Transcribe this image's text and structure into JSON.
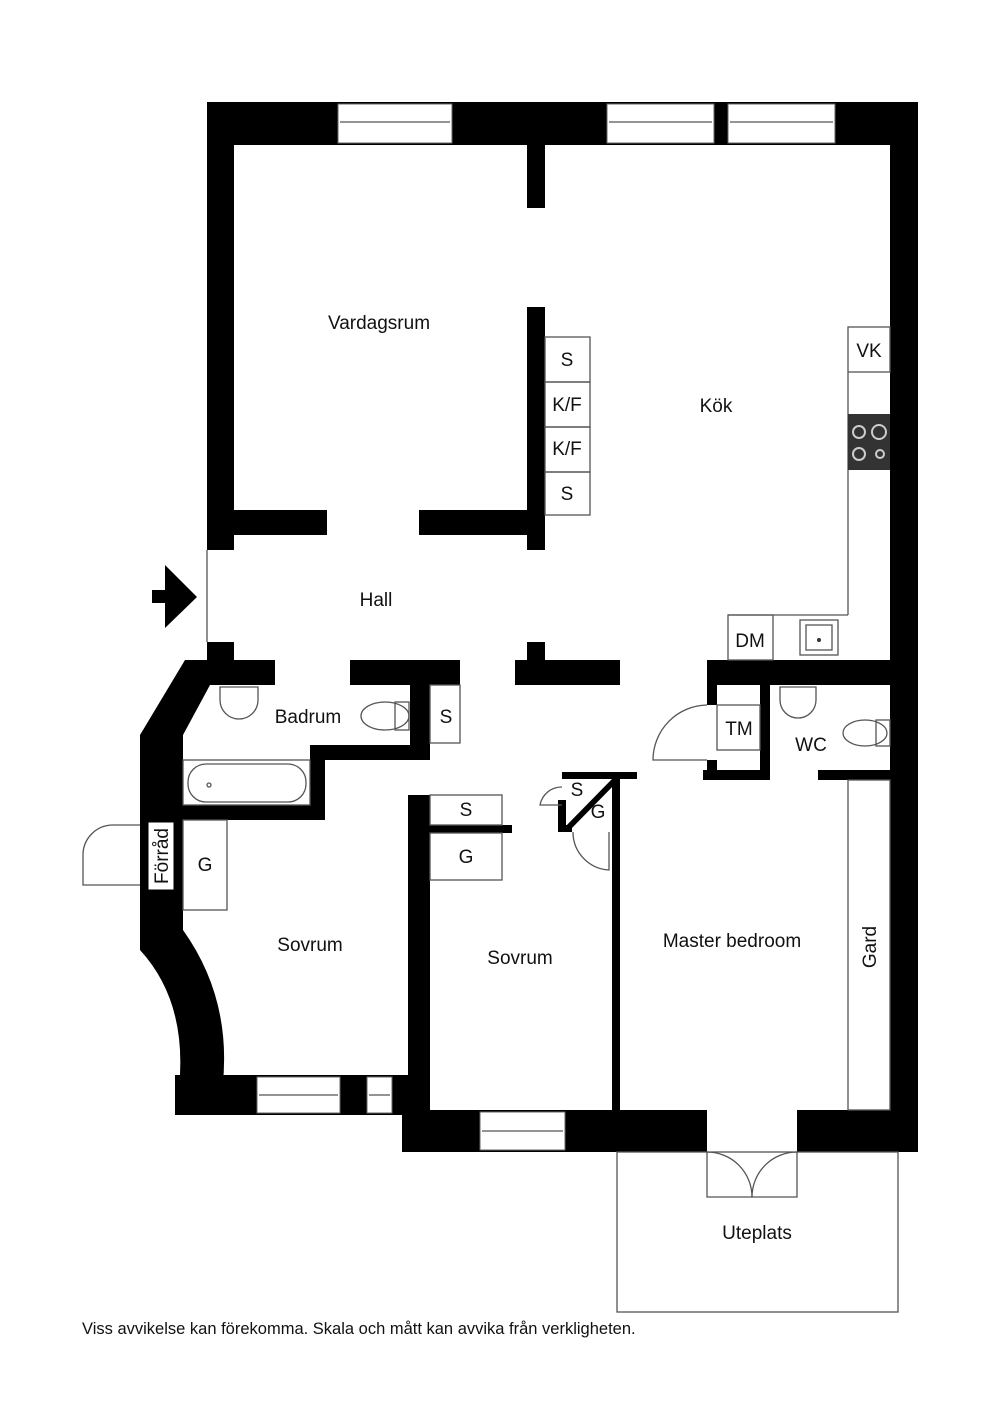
{
  "rooms": {
    "living": "Vardagsrum",
    "kitchen": "Kök",
    "hall": "Hall",
    "bathroom": "Badrum",
    "storage": "Förråd",
    "bedroom1": "Sovrum",
    "bedroom2": "Sovrum",
    "master": "Master bedroom",
    "wc": "WC",
    "wardrobe_room": "Gard",
    "patio": "Uteplats"
  },
  "fixtures": {
    "s1": "S",
    "kf1": "K/F",
    "kf2": "K/F",
    "s2": "S",
    "vk": "VK",
    "dm": "DM",
    "tm": "TM",
    "bath_s": "S",
    "bed1_g": "G",
    "bed2_s": "S",
    "bed2_g": "G",
    "closet_s": "S",
    "closet_g": "G"
  },
  "disclaimer": "Viss avvikelse kan förekomma. Skala och mått kan avvika från verkligheten."
}
